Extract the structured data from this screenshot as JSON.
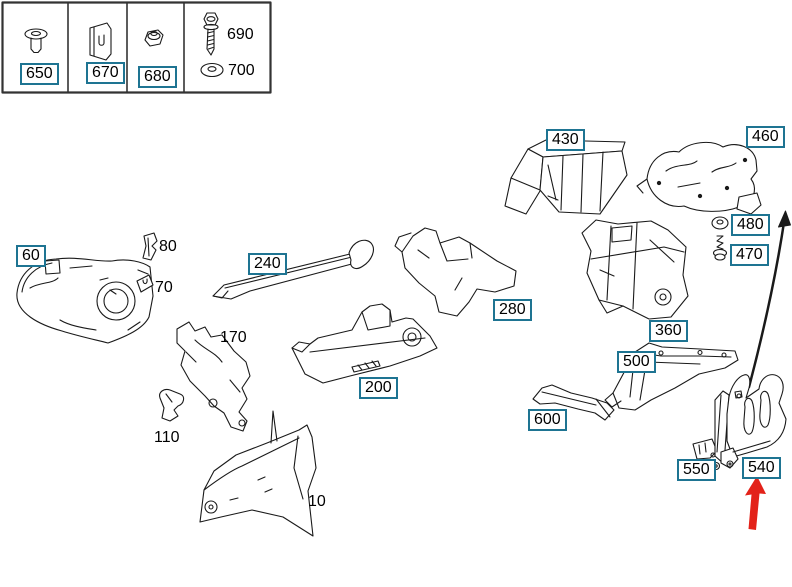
{
  "legend": {
    "cells": [
      {
        "label": "650",
        "icon": "expansion-rivet-icon",
        "boxed": true
      },
      {
        "label": "670",
        "icon": "spring-clip-icon",
        "boxed": true
      },
      {
        "label": "680",
        "icon": "flange-nut-icon",
        "boxed": true
      },
      {
        "label": "690",
        "icon": "self-tapping-screw-icon",
        "boxed": false
      },
      {
        "label": "700",
        "icon": "washer-icon",
        "boxed": false
      }
    ]
  },
  "part_labels": {
    "boxed": [
      "60",
      "240",
      "280",
      "430",
      "460",
      "480",
      "470",
      "360",
      "500",
      "200",
      "600",
      "550",
      "540"
    ],
    "plain": [
      "80",
      "70",
      "170",
      "110",
      "10"
    ]
  },
  "annotations": {
    "red_arrow_target": "540",
    "curved_arrow_target": "460"
  },
  "colors": {
    "label_box_border": "#1e7492",
    "line_art": "#1a1a1a",
    "highlight_arrow": "#e32219",
    "background": "#ffffff"
  }
}
